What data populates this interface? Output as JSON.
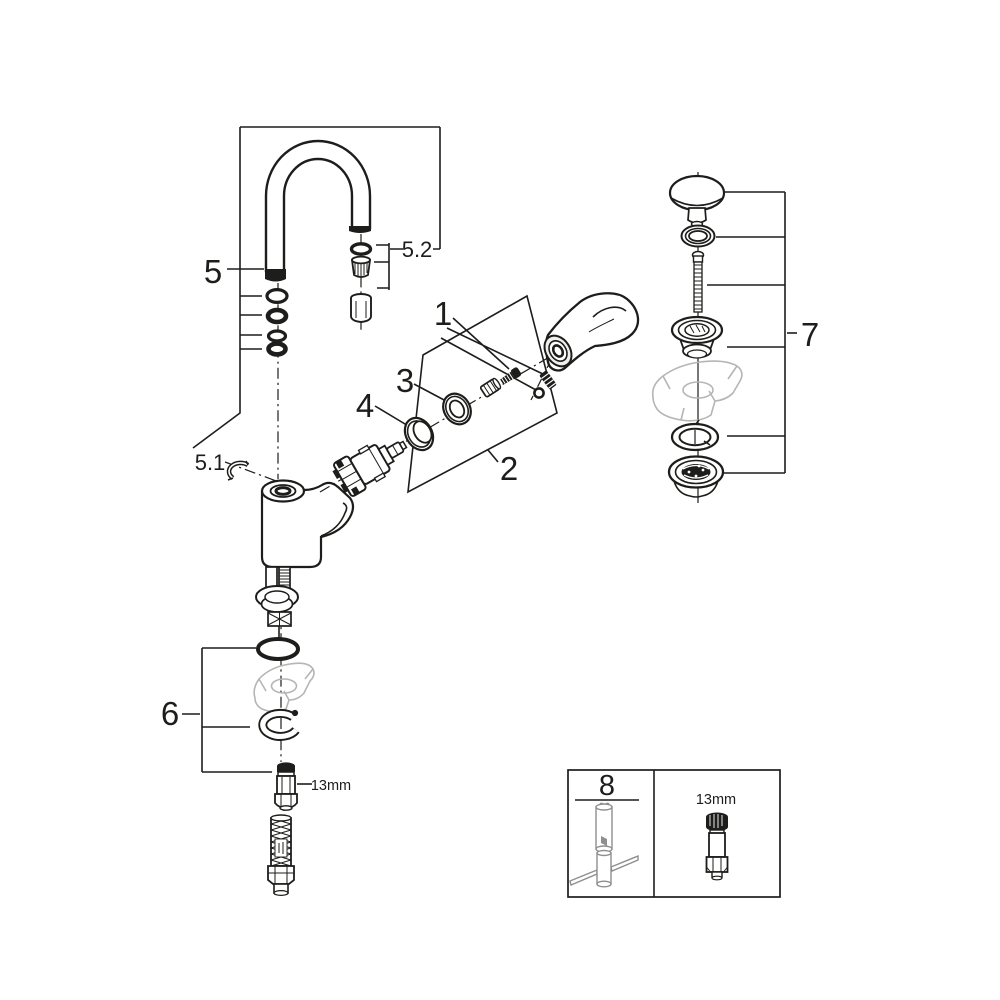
{
  "diagram": {
    "description": "Exploded spare-parts line drawing of a single-lever basin faucet with pop-up drain assembly",
    "background_color": "#ffffff",
    "line_color": "#1d1d1b",
    "ghost_part_color": "#b5b5b5",
    "tool_color": "#8f8f8f",
    "callouts": {
      "c1": "1",
      "c2": "2",
      "c3": "3",
      "c4": "4",
      "c5": "5",
      "c5_1": "5.1",
      "c5_2": "5.2",
      "c6": "6",
      "c7": "7",
      "c8": "8"
    },
    "annotations": {
      "nut_size": "13mm",
      "tool_size": "13mm"
    }
  }
}
